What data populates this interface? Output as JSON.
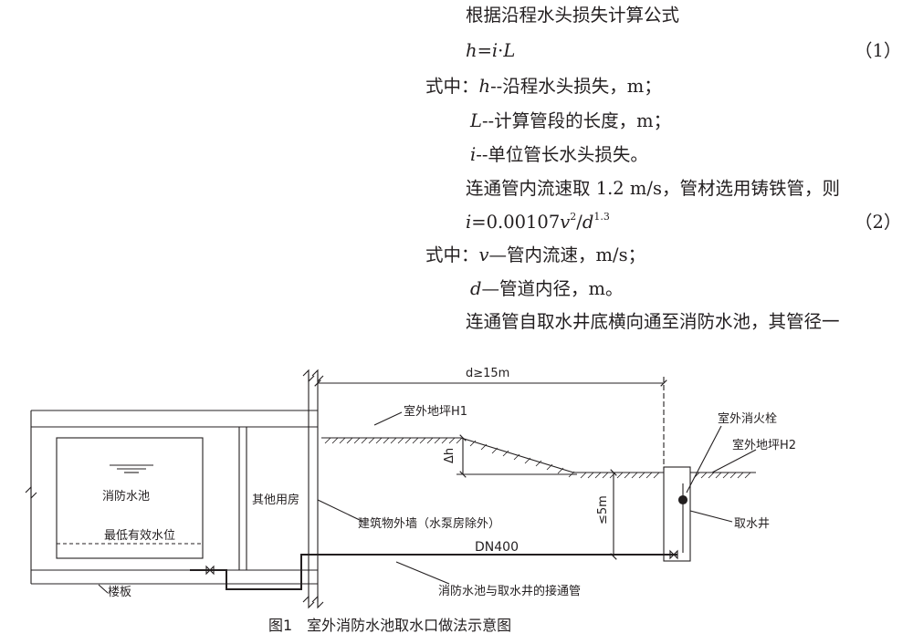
{
  "text": {
    "p1": "根据沿程水头损失计算公式",
    "eq1": {
      "h": "h",
      "eq": "=",
      "i": "i",
      "dot": "·",
      "L": "L",
      "num": "（1）"
    },
    "def_h": {
      "prefix": "式中：",
      "sym": "h",
      "rest": "--沿程水头损失，m；"
    },
    "def_L": {
      "sym": "L",
      "rest": "--计算管段的长度，m；"
    },
    "def_i": {
      "sym": "i",
      "rest": "--单位管长水头损失。"
    },
    "p2": "连通管内流速取 1.2 m/s，管材选用铸铁管，则",
    "eq2": {
      "i": "i",
      "eq": "=0.00107",
      "v": "v",
      "vexp": "2",
      "slash": "/",
      "d": "d",
      "dexp": "1.3",
      "num": "（2）"
    },
    "def_v": {
      "prefix": "式中：",
      "sym": "v",
      "rest": "—管内流速，m/s；"
    },
    "def_d": {
      "sym": "d",
      "rest": "—管道内径，m。"
    },
    "p3": "连通管自取水井底横向通至消防水池，其管径一"
  },
  "figure": {
    "dim_top": "d≥15m",
    "ground_h1": "室外地坪H1",
    "delta_h": "Δh",
    "hydrant": "室外消火栓",
    "ground_h2": "室外地坪H2",
    "pool": "消防水池",
    "other_room": "其他用房",
    "wall": "建筑物外墙（水泵房除外）",
    "depth": "≤5m",
    "pipe": "DN400",
    "well": "取水井",
    "min_level": "最低有效水位",
    "slab": "楼板",
    "connector": "消防水池与取水井的接通管"
  },
  "caption": "图1　室外消防水池取水口做法示意图"
}
